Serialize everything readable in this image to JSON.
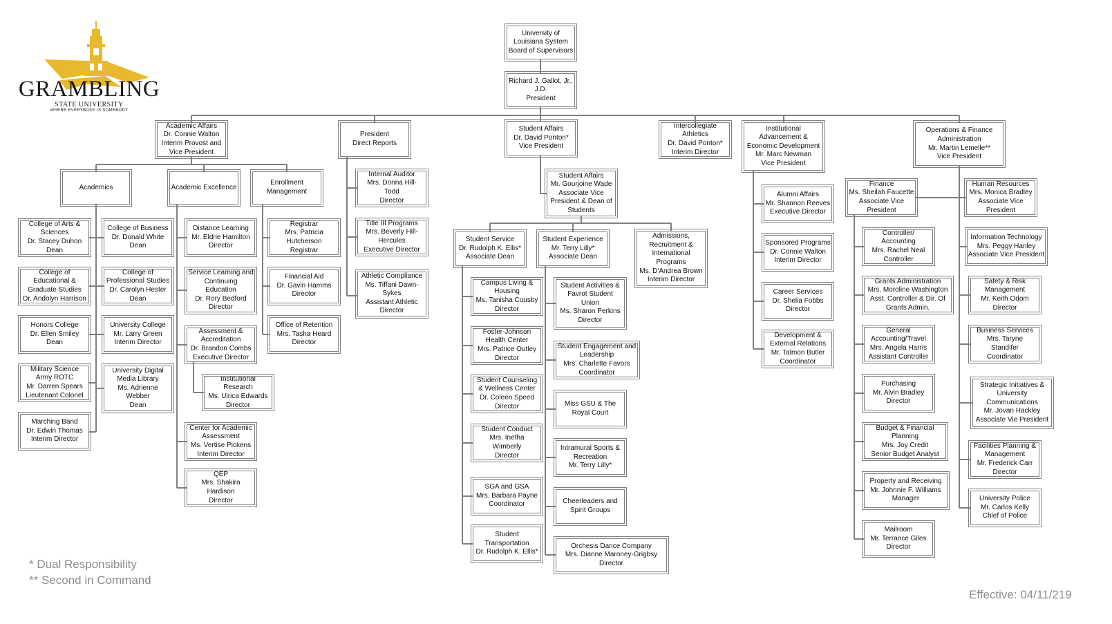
{
  "branding": {
    "wordmark": "GRAMBLING",
    "subtitle": "STATE UNIVERSITY",
    "tagline": "WHERE EVERYBODY IS SOMEBODY",
    "gold_color": "#e8b92e"
  },
  "legend": {
    "dual": "* Dual Responsibility",
    "second": "** Second in Command"
  },
  "effective": "Effective: 04/11/219",
  "line_color": "#7f7f7f",
  "nodes": [
    {
      "id": "board",
      "lines": [
        "University of",
        "Louisiana System",
        "Board of Supervisors"
      ]
    },
    {
      "id": "president",
      "lines": [
        "Richard J. Gallot, Jr.,",
        "J.D.",
        "President"
      ]
    },
    {
      "id": "academic-affairs",
      "lines": [
        "Academic Affairs",
        "Dr. Connie Walton",
        "Interim Provost and",
        "Vice President"
      ]
    },
    {
      "id": "president-direct",
      "lines": [
        "President",
        "Direct Reports"
      ]
    },
    {
      "id": "student-affairs",
      "lines": [
        "Student Affairs",
        "Dr. David Ponton*",
        "Vice President"
      ]
    },
    {
      "id": "athletics",
      "lines": [
        "Intercollegiate",
        "Athletics",
        "Dr. David Ponton*",
        "Interim Director"
      ]
    },
    {
      "id": "advancement",
      "lines": [
        "Institutional",
        "Advancement &",
        "Economic Development",
        "Mr. Marc Newman",
        "Vice President"
      ]
    },
    {
      "id": "operations",
      "lines": [
        "Operations & Finance",
        "Administration",
        "Mr. Martin Lemelle**",
        "Vice President"
      ]
    },
    {
      "id": "academics",
      "lines": [
        "Academics"
      ]
    },
    {
      "id": "academic-excellence",
      "lines": [
        "Academic Excellence"
      ]
    },
    {
      "id": "enrollment",
      "lines": [
        "Enrollment",
        "Management"
      ]
    },
    {
      "id": "arts-sciences",
      "lines": [
        "College of Arts &",
        "Sciences",
        "Dr. Stacey Duhon",
        "Dean"
      ]
    },
    {
      "id": "educational-graduate",
      "lines": [
        "College of",
        "Educational &",
        "Graduate Studies",
        "Dr. Andolyn Harrison"
      ]
    },
    {
      "id": "honors",
      "lines": [
        "Honors College",
        "Dr. Ellen Smiley",
        "Dean"
      ]
    },
    {
      "id": "rotc",
      "lines": [
        "Military Science",
        "Army ROTC",
        "Mr. Darren Spears",
        "Lieutenant Colonel"
      ]
    },
    {
      "id": "marching-band",
      "lines": [
        "Marching Band",
        "Dr. Edwin Thomas",
        "Interim Director"
      ]
    },
    {
      "id": "business",
      "lines": [
        "College of Business",
        "Dr. Donald White",
        "Dean"
      ]
    },
    {
      "id": "professional-studies",
      "lines": [
        "College of",
        "Professional Studies",
        "Dr. Carolyn Hester",
        "Dean"
      ]
    },
    {
      "id": "university-college",
      "lines": [
        "University College",
        "Mr. Larry Green",
        "Interim Director"
      ]
    },
    {
      "id": "digital-library",
      "lines": [
        "University Digital",
        "Media Library",
        "Ms. Adrienne",
        "Webber",
        "Dean"
      ]
    },
    {
      "id": "distance-learning",
      "lines": [
        "Distance Learning",
        "Mr. Eldrie Hamilton",
        "Director"
      ]
    },
    {
      "id": "service-learning",
      "lines": [
        "Service Learning and",
        "Continuing",
        "Education",
        "Dr. Rory Bedford",
        "Director"
      ]
    },
    {
      "id": "assessment",
      "lines": [
        "Assessment &",
        "Accreditation",
        "Dr. Brandon Combs",
        "Executive Director"
      ]
    },
    {
      "id": "institutional-research",
      "lines": [
        "Institutional",
        "Research",
        "Ms. Ulrica Edwards",
        "Director"
      ]
    },
    {
      "id": "center-assessment",
      "lines": [
        "Center for Academic",
        "Assessment",
        "Ms. Vertise Pickens",
        "Interim Director"
      ]
    },
    {
      "id": "qep",
      "lines": [
        "QEP",
        "Mrs. Shakira",
        "Hardison",
        "Director"
      ]
    },
    {
      "id": "registrar",
      "lines": [
        "Registrar",
        "Mrs. Patricia",
        "Hutcherson",
        "Registrar"
      ]
    },
    {
      "id": "financial-aid",
      "lines": [
        "Financial Aid",
        "Dr. Gavin Hamms",
        "Director"
      ]
    },
    {
      "id": "retention",
      "lines": [
        "Office of Retention",
        "Mrs. Tasha Heard",
        "Director"
      ]
    },
    {
      "id": "internal-auditor",
      "lines": [
        "Internal Auditor",
        "Mrs. Donna Hill-",
        "Todd",
        "Director"
      ]
    },
    {
      "id": "title-iii",
      "lines": [
        "Title III Programs",
        "Mrs. Beverly Hill-",
        "Hercules",
        "Executive Director"
      ]
    },
    {
      "id": "athletic-compliance",
      "lines": [
        "Athletic Compliance",
        "Ms. Tiffani Dawn-",
        "Sykes",
        "Assistant Athletic",
        "Director"
      ]
    },
    {
      "id": "sa-associate",
      "lines": [
        "Student Affairs",
        "Mr. Gourjoine Wade",
        "Associate Vice",
        "President & Dean of",
        "Students"
      ]
    },
    {
      "id": "student-service",
      "lines": [
        "Student Service",
        "Dr. Rudolph K. Ellis*",
        "Associate Dean"
      ]
    },
    {
      "id": "student-experience",
      "lines": [
        "Student Experience",
        "Mr. Terry Lilly*",
        "Associate Dean"
      ]
    },
    {
      "id": "admissions",
      "lines": [
        "Admissions,",
        "Recruitment &",
        "International",
        "Programs",
        "Ms. D'Andrea Brown",
        "Interim Director"
      ]
    },
    {
      "id": "campus-living",
      "lines": [
        "Campus Living &",
        "Housing",
        "Ms. Tanisha Cousby",
        "Director"
      ]
    },
    {
      "id": "health-center",
      "lines": [
        "Foster-Johnson",
        "Health Center",
        "Mrs. Patrice Outley",
        "Director"
      ]
    },
    {
      "id": "counseling",
      "lines": [
        "Student Counseling",
        "& Wellness Center",
        "Dr. Coleen Speed",
        "Director"
      ]
    },
    {
      "id": "student-conduct",
      "lines": [
        "Student Conduct",
        "Mrs. Inetha",
        "Wimberly",
        "Director"
      ]
    },
    {
      "id": "sga",
      "lines": [
        "SGA and GSA",
        "Mrs. Barbara Payne",
        "Coordinator"
      ]
    },
    {
      "id": "transportation",
      "lines": [
        "Student",
        "Transportation",
        "Dr. Rudolph K. Ellis*"
      ]
    },
    {
      "id": "student-activities",
      "lines": [
        "Student Activities &",
        "Favrot Student",
        "Union",
        "Ms. Sharon Perkins",
        "Director"
      ]
    },
    {
      "id": "engagement",
      "lines": [
        "Student Engagement and",
        "Leadership",
        "Mrs. Charlette Favors",
        "Coordinator"
      ]
    },
    {
      "id": "miss-gsu",
      "lines": [
        "Miss GSU & The",
        "Royal Court"
      ]
    },
    {
      "id": "intramural",
      "lines": [
        "Intramural Sports &",
        "Recreation",
        "Mr. Terry Lilly*"
      ]
    },
    {
      "id": "cheerleaders",
      "lines": [
        "Cheerleaders and",
        "Spirit Groups"
      ]
    },
    {
      "id": "orchesis",
      "lines": [
        "Orchesis Dance Company",
        "Mrs. Dianne Maroney-Grigbsy",
        "Director"
      ]
    },
    {
      "id": "alumni",
      "lines": [
        "Alumni Affairs",
        "Mr. Shannon Reeves",
        "Executive Director"
      ]
    },
    {
      "id": "sponsored",
      "lines": [
        "Sponsored Programs",
        "Dr. Connie Walton",
        "Interim Director"
      ]
    },
    {
      "id": "career",
      "lines": [
        "Career Services",
        "Dr. Shelia Fobbs",
        "Director"
      ]
    },
    {
      "id": "development",
      "lines": [
        "Development &",
        "External Relations",
        "Mr. Talmon Butler",
        "Coordinator"
      ]
    },
    {
      "id": "finance",
      "lines": [
        "Finance",
        "Ms. Sheilah Faucette",
        "Associate Vice",
        "President"
      ]
    },
    {
      "id": "controller",
      "lines": [
        "Controller/",
        "Accounting",
        "Mrs. Rachel Neal",
        "Controller"
      ]
    },
    {
      "id": "grants",
      "lines": [
        "Grants Administration",
        "Mrs. Moroline Washington",
        "Asst. Controller & Dir. Of",
        "Grants Admin."
      ]
    },
    {
      "id": "general-accounting",
      "lines": [
        "General",
        "Accounting/Travel",
        "Mrs. Angela Harris",
        "Assistant Controller"
      ]
    },
    {
      "id": "purchasing",
      "lines": [
        "Purchasing",
        "Mr. Alvin Bradley",
        "Director"
      ]
    },
    {
      "id": "budget",
      "lines": [
        "Budget & Financial",
        "Planning",
        "Mrs. Joy Credit",
        "Senior Budget Analyst"
      ]
    },
    {
      "id": "property",
      "lines": [
        "Property and Receiving",
        "Mr. Johnnie F. Williams",
        "Manager"
      ]
    },
    {
      "id": "mailroom",
      "lines": [
        "Mailroom",
        "Mr. Terrance Giles",
        "Director"
      ]
    },
    {
      "id": "human-resources",
      "lines": [
        "Human Resources",
        "Mrs. Monica Bradley",
        "Associate Vice",
        "President"
      ]
    },
    {
      "id": "information-technology",
      "lines": [
        "Information Technology",
        "Mrs. Peggy Hanley",
        "Associate Vice President"
      ]
    },
    {
      "id": "safety-risk",
      "lines": [
        "Safety & Risk",
        "Management",
        "Mr. Keith Odom",
        "Director"
      ]
    },
    {
      "id": "business-services",
      "lines": [
        "Business Services",
        "Mrs. Taryne",
        "Standifer",
        "Coordinator"
      ]
    },
    {
      "id": "strategic-initiatives",
      "lines": [
        "Strategic Initiatives &",
        "University",
        "Communications",
        "Mr. Jovan Hackley",
        "Associate Vie President"
      ]
    },
    {
      "id": "facilities",
      "lines": [
        "Facilities Planning &",
        "Management",
        "Mr. Frederick Carr",
        "Director"
      ]
    },
    {
      "id": "university-police",
      "lines": [
        "University Police",
        "Mr. Carlos Kelly",
        "Chief of Police"
      ]
    }
  ]
}
